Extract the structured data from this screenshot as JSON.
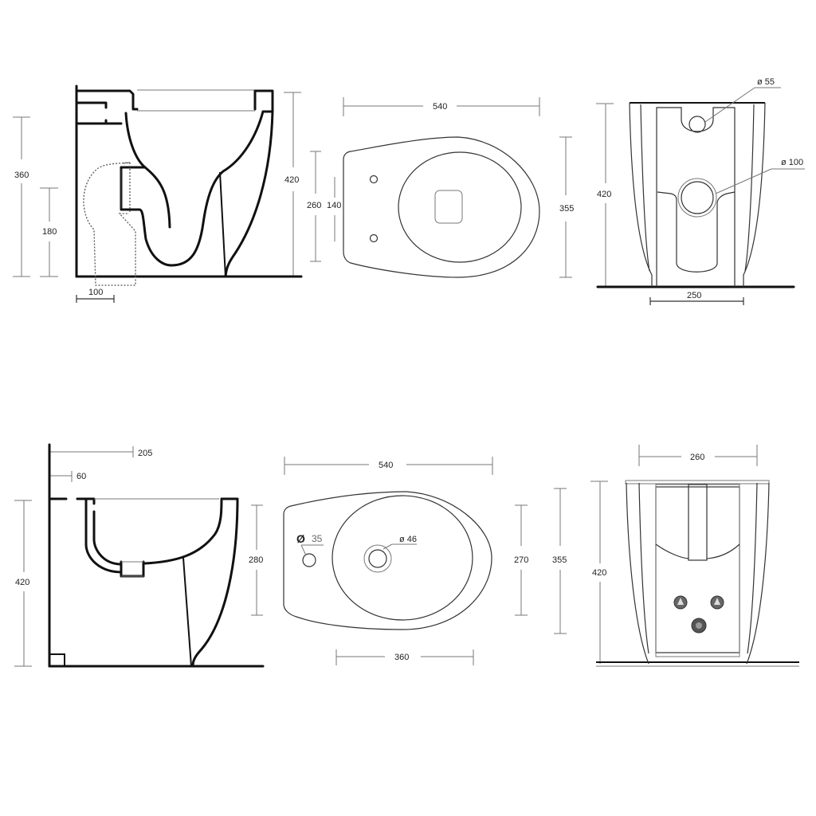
{
  "drawing": {
    "subject": "Floor-standing toilet and bidet technical dimension drawings",
    "units": "mm"
  },
  "toilet": {
    "side_view": {
      "height_total": "360",
      "height_outlet": "180",
      "outlet_offset": "100",
      "height_overall": "420"
    },
    "top_view": {
      "length": "540",
      "hinge_zone": "260",
      "hinge_spacing": "140",
      "width": "355"
    },
    "rear_view": {
      "height": "420",
      "base_width": "250",
      "inlet_diameter": "ø 55",
      "outlet_diameter": "ø 100"
    }
  },
  "bidet": {
    "side_view": {
      "wall_to_drain": "205",
      "wall_to_inlet": "60",
      "height": "420",
      "bowl_depth": "280"
    },
    "top_view": {
      "length": "540",
      "tap_hole": "35",
      "tap_symbol": "Ø",
      "drain_diameter": "ø 46",
      "bowl_width": "270",
      "width": "355",
      "bowl_length": "360"
    },
    "rear_view": {
      "width": "260",
      "height": "420"
    }
  }
}
